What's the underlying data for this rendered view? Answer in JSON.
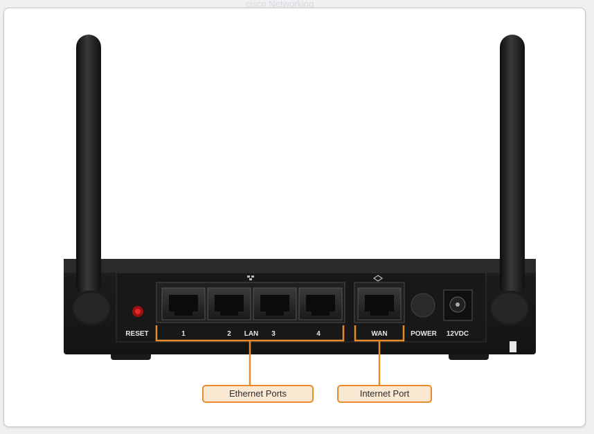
{
  "background": {
    "header_text": "cisco Networking"
  },
  "device": {
    "port_labels": {
      "reset": "RESET",
      "lan_1": "1",
      "lan_2": "2",
      "lan": "LAN",
      "lan_3": "3",
      "lan_4": "4",
      "wan": "WAN",
      "power": "POWER",
      "dc": "12VDC"
    }
  },
  "callouts": {
    "ethernet": "Ethernet Ports",
    "internet": "Internet Port"
  },
  "colors": {
    "accent_orange": "#e98a2b",
    "callout_fill": "#fbe8d3",
    "device_body": "#1e1e1e"
  }
}
